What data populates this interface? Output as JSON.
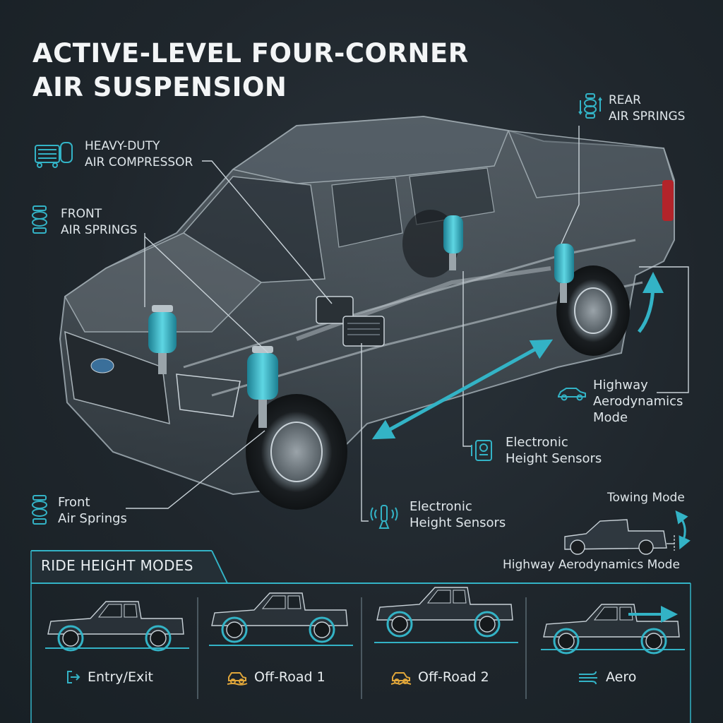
{
  "title": {
    "line1": "ACTIVE-LEVEL FOUR-CORNER",
    "line2": "AIR SUSPENSION"
  },
  "callouts": {
    "compressor": {
      "line1": "HEAVY-DUTY",
      "line2": "AIR COMPRESSOR"
    },
    "front_springs_top": {
      "line1": "FRONT",
      "line2": "AIR SPRINGS"
    },
    "rear_springs": {
      "line1": "REAR",
      "line2": "AIR SPRINGS"
    },
    "highway": {
      "line1": "Highway",
      "line2": "Aerodynamics",
      "line3": "Mode"
    },
    "sensors_right": {
      "line1": "Electronic",
      "line2": "Height Sensors"
    },
    "sensors_center": {
      "line1": "Electronic",
      "line2": "Height Sensors"
    },
    "front_springs_bottom": {
      "line1": "Front",
      "line2": "Air Springs"
    },
    "towing": {
      "label": "Towing Mode",
      "sublabel": "Highway Aerodynamics Mode"
    }
  },
  "modes_panel": {
    "title": "RIDE HEIGHT MODES",
    "modes": [
      {
        "label": "Entry/Exit",
        "icon": "entry-exit-icon"
      },
      {
        "label": "Off-Road 1",
        "icon": "offroad-vehicle-icon"
      },
      {
        "label": "Off-Road 2",
        "icon": "offroad-vehicle-icon"
      },
      {
        "label": "Aero",
        "icon": "wind-icon"
      }
    ]
  },
  "colors": {
    "accent": "#33b3c6",
    "accent_light": "#5fd3df",
    "background": "#1f262c",
    "text": "#e6ecef",
    "line": "#c9d2d8"
  }
}
